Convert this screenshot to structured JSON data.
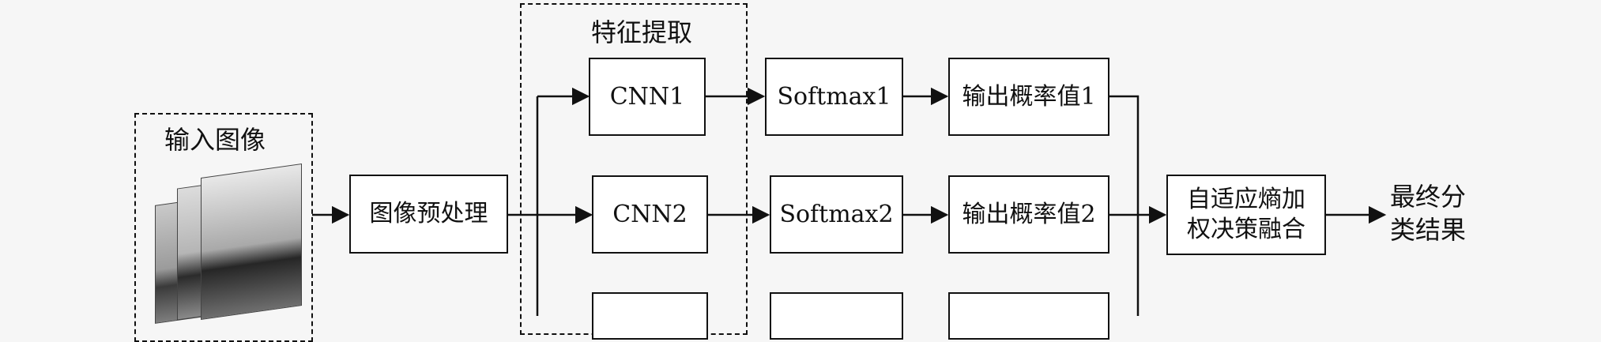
{
  "input_group": {
    "title": "输入图像"
  },
  "feature_group": {
    "title": "特征提取"
  },
  "preprocess": {
    "label": "图像预处理"
  },
  "rows": [
    {
      "cnn": "CNN1",
      "softmax": "Softmax1",
      "prob": "输出概率值1"
    },
    {
      "cnn": "CNN2",
      "softmax": "Softmax2",
      "prob": "输出概率值2"
    },
    {
      "cnn": "",
      "softmax": "",
      "prob": ""
    }
  ],
  "fusion": {
    "line1": "自适应熵加",
    "line2": "权决策融合"
  },
  "result": {
    "line1": "最终分",
    "line2": "类结果"
  },
  "colors": {
    "line": "#111111",
    "background": "#f6f6f6",
    "box": "#ffffff"
  }
}
